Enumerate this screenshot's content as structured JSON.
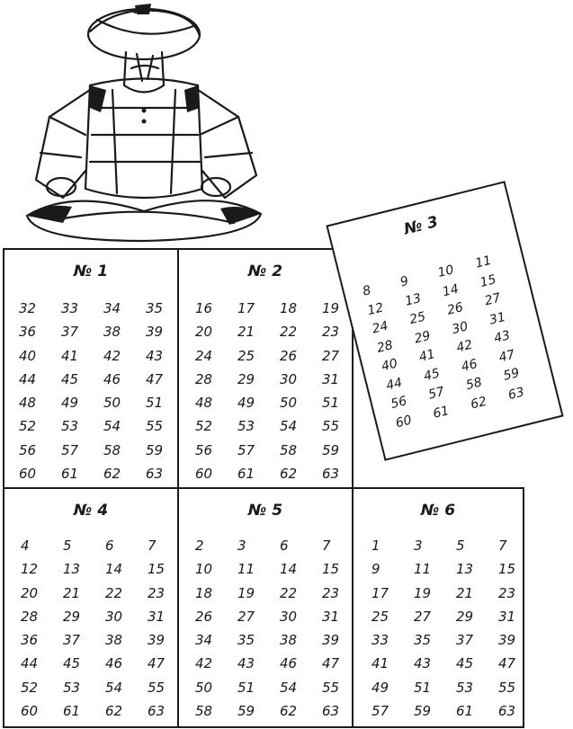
{
  "cards": [
    {
      "id": 1,
      "title": "№ 1",
      "numbers": [
        "32",
        "33",
        "34",
        "35",
        "36",
        "37",
        "38",
        "39",
        "40",
        "41",
        "42",
        "43",
        "44",
        "45",
        "46",
        "47",
        "48",
        "49",
        "50",
        "51",
        "52",
        "53",
        "54",
        "55",
        "56",
        "57",
        "58",
        "59",
        "60",
        "61",
        "62",
        "63"
      ]
    },
    {
      "id": 2,
      "title": "№ 2",
      "numbers": [
        "16",
        "17",
        "18",
        "19",
        "20",
        "21",
        "22",
        "23",
        "24",
        "25",
        "26",
        "27",
        "28",
        "29",
        "30",
        "31",
        "48",
        "49",
        "50",
        "51",
        "52",
        "53",
        "54",
        "55",
        "56",
        "57",
        "58",
        "59",
        "60",
        "61",
        "62",
        "63"
      ]
    },
    {
      "id": 3,
      "title": "№ 3",
      "numbers": [
        "8",
        "9",
        "10",
        "11",
        "12",
        "13",
        "14",
        "15",
        "24",
        "25",
        "26",
        "27",
        "28",
        "29",
        "30",
        "31",
        "40",
        "41",
        "42",
        "43",
        "44",
        "45",
        "46",
        "47",
        "56",
        "57",
        "58",
        "59",
        "60",
        "61",
        "62",
        "63"
      ]
    },
    {
      "id": 4,
      "title": "№ 4",
      "numbers": [
        "4",
        "5",
        "6",
        "7",
        "12",
        "13",
        "14",
        "15",
        "20",
        "21",
        "22",
        "23",
        "28",
        "29",
        "30",
        "31",
        "36",
        "37",
        "38",
        "39",
        "44",
        "45",
        "46",
        "47",
        "52",
        "53",
        "54",
        "55",
        "60",
        "61",
        "62",
        "63"
      ]
    },
    {
      "id": 5,
      "title": "№ 5",
      "numbers": [
        "2",
        "3",
        "6",
        "7",
        "10",
        "11",
        "14",
        "15",
        "18",
        "19",
        "22",
        "23",
        "26",
        "27",
        "30",
        "31",
        "34",
        "35",
        "38",
        "39",
        "42",
        "43",
        "46",
        "47",
        "50",
        "51",
        "54",
        "55",
        "58",
        "59",
        "62",
        "63"
      ]
    },
    {
      "id": 6,
      "title": "№ 6",
      "numbers": [
        "1",
        "3",
        "5",
        "7",
        "9",
        "11",
        "13",
        "15",
        "17",
        "19",
        "21",
        "23",
        "25",
        "27",
        "29",
        "31",
        "33",
        "35",
        "37",
        "39",
        "41",
        "43",
        "45",
        "47",
        "49",
        "51",
        "53",
        "55",
        "57",
        "59",
        "61",
        "63"
      ]
    }
  ],
  "illustration": {
    "icon": "seated-magician-illustration-icon"
  }
}
